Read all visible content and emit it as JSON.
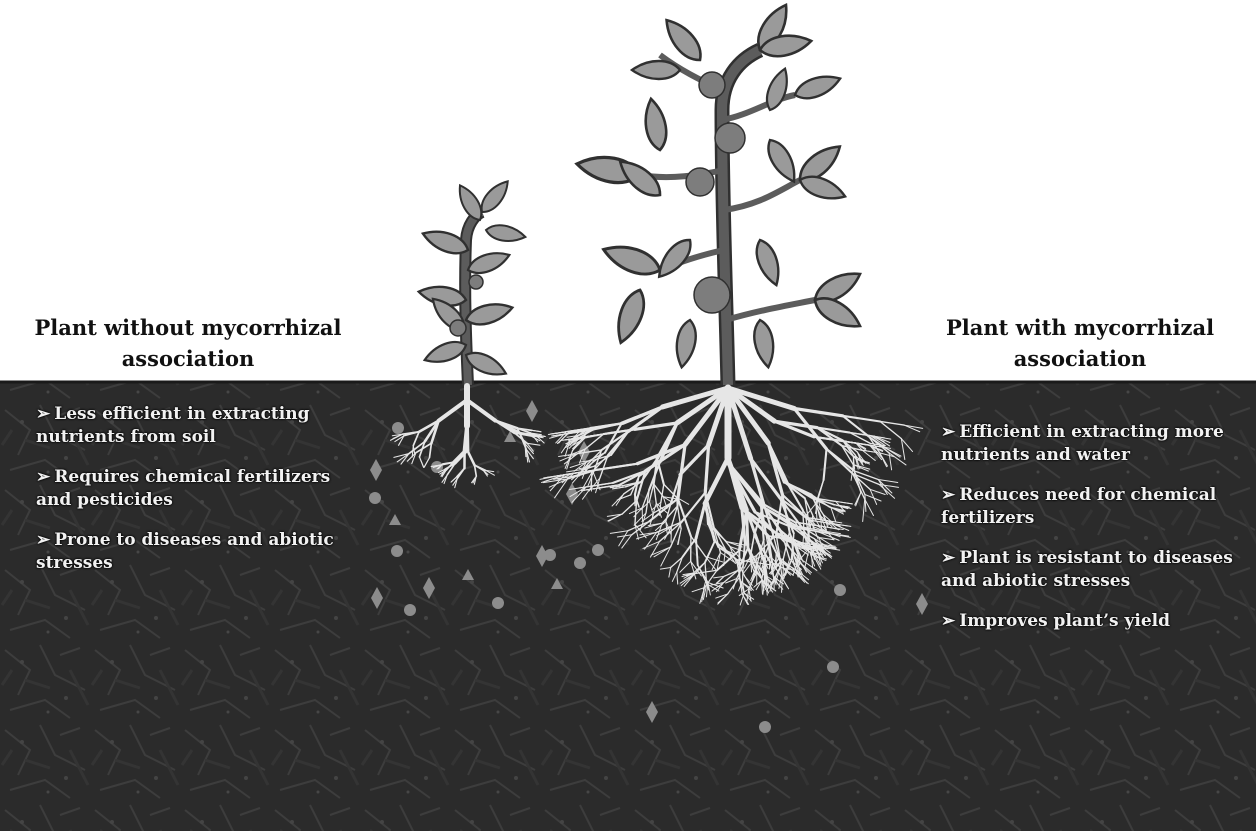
{
  "diagram": {
    "left_heading": "Plant without mycorrhizal association",
    "right_heading": "Plant with mycorrhizal association",
    "left_points": [
      "Less efficient in extracting nutrients from soil",
      "Requires chemical fertilizers and pesticides",
      "Prone to diseases and abiotic stresses"
    ],
    "right_points": [
      "Efficient in extracting more nutrients and water",
      "Reduces need for chemical fertilizers",
      "Plant is resistant to diseases and abiotic stresses",
      "Improves plant’s yield"
    ]
  },
  "colors": {
    "soil": "#2e2e2e",
    "leaf": "#9a9a9a",
    "leaf_outline": "#303030",
    "stem": "#5c5c5c",
    "fruit": "#7d7d7d",
    "roots": "#e6e6e6",
    "nutrients": "#8c8c8c"
  },
  "icons": {
    "small_plant": "plant-without-mycorrhiza-illustration",
    "large_plant": "plant-with-mycorrhiza-illustration",
    "nutrient_particles": "nutrient-particle-icons"
  }
}
